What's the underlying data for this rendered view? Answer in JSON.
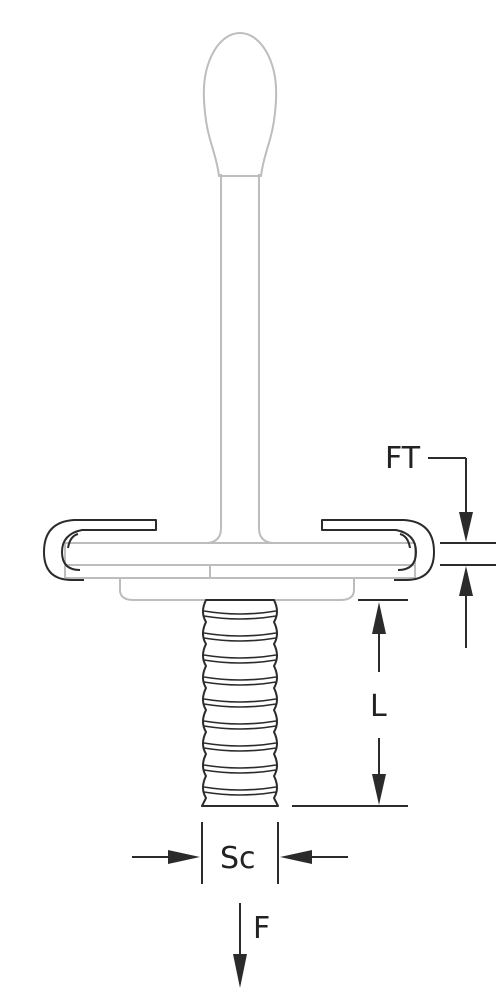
{
  "labels": {
    "ft": "FT",
    "l": "L",
    "sc": "Sc",
    "f": "F"
  },
  "colors": {
    "ink": "#2b2b2b",
    "part_outline": "#bdbdbd",
    "background": "#ffffff"
  }
}
